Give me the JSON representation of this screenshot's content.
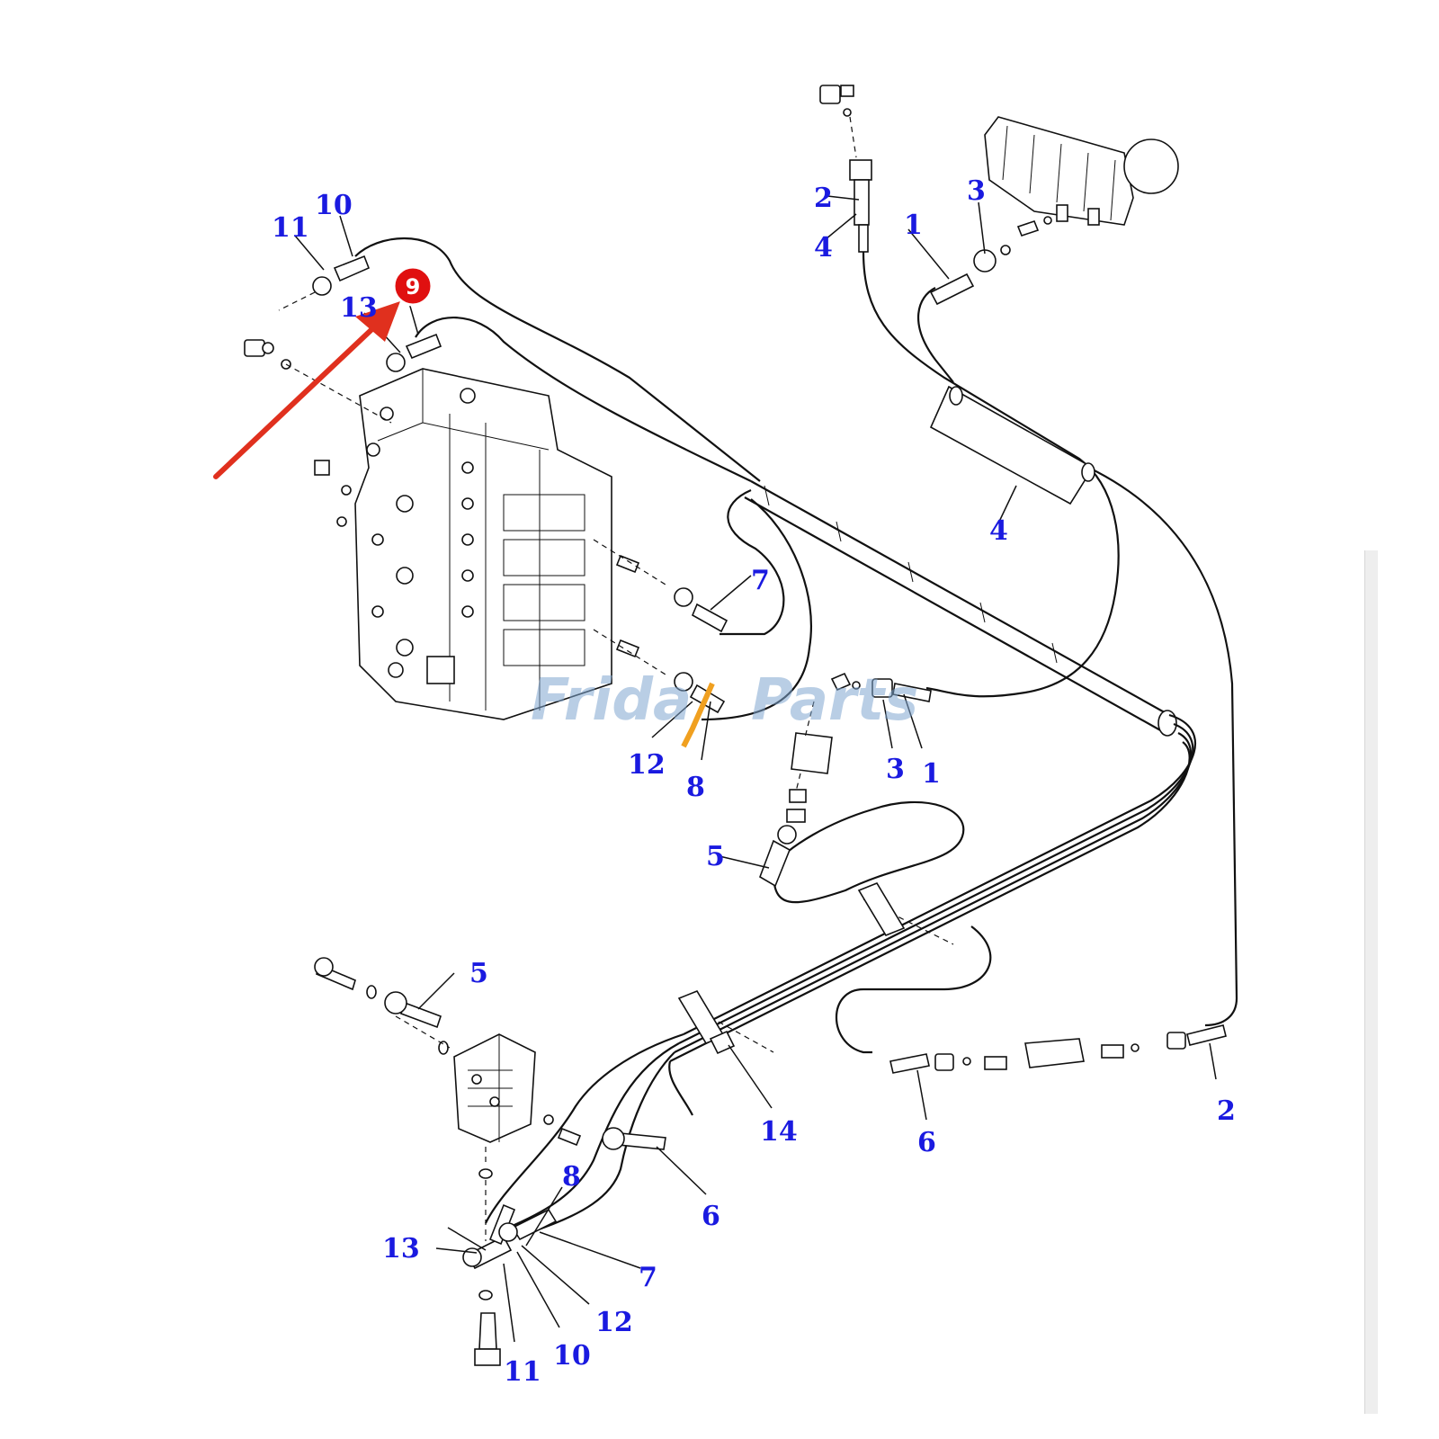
{
  "diagram": {
    "callouts": [
      {
        "id": "c11a",
        "text": "11"
      },
      {
        "id": "c10a",
        "text": "10"
      },
      {
        "id": "c13a",
        "text": "13"
      },
      {
        "id": "c2a",
        "text": "2"
      },
      {
        "id": "c4a",
        "text": "4"
      },
      {
        "id": "c1a",
        "text": "1"
      },
      {
        "id": "c3a",
        "text": "3"
      },
      {
        "id": "c4b",
        "text": "4"
      },
      {
        "id": "c7a",
        "text": "7"
      },
      {
        "id": "c12a",
        "text": "12"
      },
      {
        "id": "c8a",
        "text": "8"
      },
      {
        "id": "c3b",
        "text": "3"
      },
      {
        "id": "c1b",
        "text": "1"
      },
      {
        "id": "c5a",
        "text": "5"
      },
      {
        "id": "c5b",
        "text": "5"
      },
      {
        "id": "c14",
        "text": "14"
      },
      {
        "id": "c6a",
        "text": "6"
      },
      {
        "id": "c2b",
        "text": "2"
      },
      {
        "id": "c8b",
        "text": "8"
      },
      {
        "id": "c6b",
        "text": "6"
      },
      {
        "id": "c13b",
        "text": "13"
      },
      {
        "id": "c7b",
        "text": "7"
      },
      {
        "id": "c12b",
        "text": "12"
      },
      {
        "id": "c10b",
        "text": "10"
      },
      {
        "id": "c11b",
        "text": "11"
      }
    ],
    "highlight": {
      "text": "9",
      "color": "#e01010"
    },
    "arrow_color": "#e0301e",
    "callout_color": "#1a1ae0",
    "watermark": {
      "left": "Frida",
      "right": "Parts",
      "color": "#7fa6cf",
      "accent": "#f0a020"
    }
  }
}
